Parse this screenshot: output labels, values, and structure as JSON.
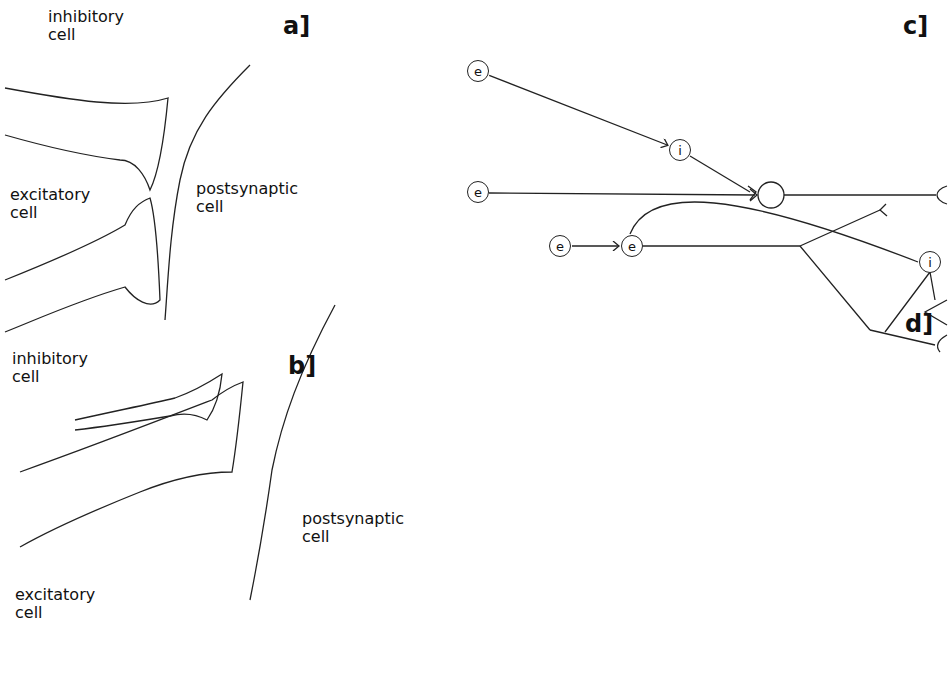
{
  "diagram": {
    "nodes": [
      {
        "text": [
          "e"
        ]
      },
      {
        "text": [
          "i"
        ]
      },
      {
        "text": [
          "e"
        ]
      },
      {
        "text": [
          "e"
        ]
      },
      {
        "text": [
          "e"
        ]
      },
      {
        "text": [
          "i"
        ]
      }
    ],
    "edges": [
      {
        "from": 0,
        "to": 1,
        "arrow": "to"
      },
      {
        "from": 3,
        "to": 4,
        "arrow": "to"
      },
      {
        "from": 4,
        "to": 5,
        "arrow": "none"
      }
    ],
    "labels": [
      "inhibitory cell",
      "a]",
      "excitatory cell",
      "postsynaptic cell",
      "inhibitory cell",
      "b]",
      "excitatory cell",
      "postsynaptic cell",
      "c]",
      "d]"
    ]
  }
}
